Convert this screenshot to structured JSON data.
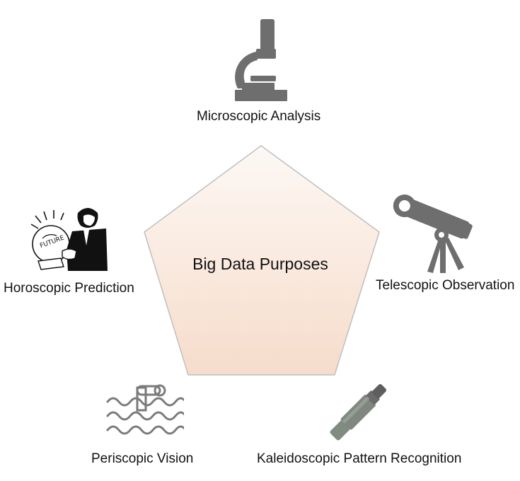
{
  "diagram": {
    "center_label": "Big Data Purposes",
    "items": [
      {
        "label": "Microscopic Analysis",
        "icon": "microscope-icon"
      },
      {
        "label": "Telescopic Observation",
        "icon": "telescope-icon"
      },
      {
        "label": "Kaleidoscopic Pattern Recognition",
        "icon": "kaleidoscope-icon"
      },
      {
        "label": "Periscopic Vision",
        "icon": "periscope-icon"
      },
      {
        "label": "Horoscopic Prediction",
        "icon": "fortune-teller-icon"
      }
    ]
  },
  "colors": {
    "icon": "#6e6e6e",
    "pentagon_top": "#fdf6f1",
    "pentagon_bottom": "#f6dccb",
    "pentagon_stroke": "#bfbfbf"
  }
}
